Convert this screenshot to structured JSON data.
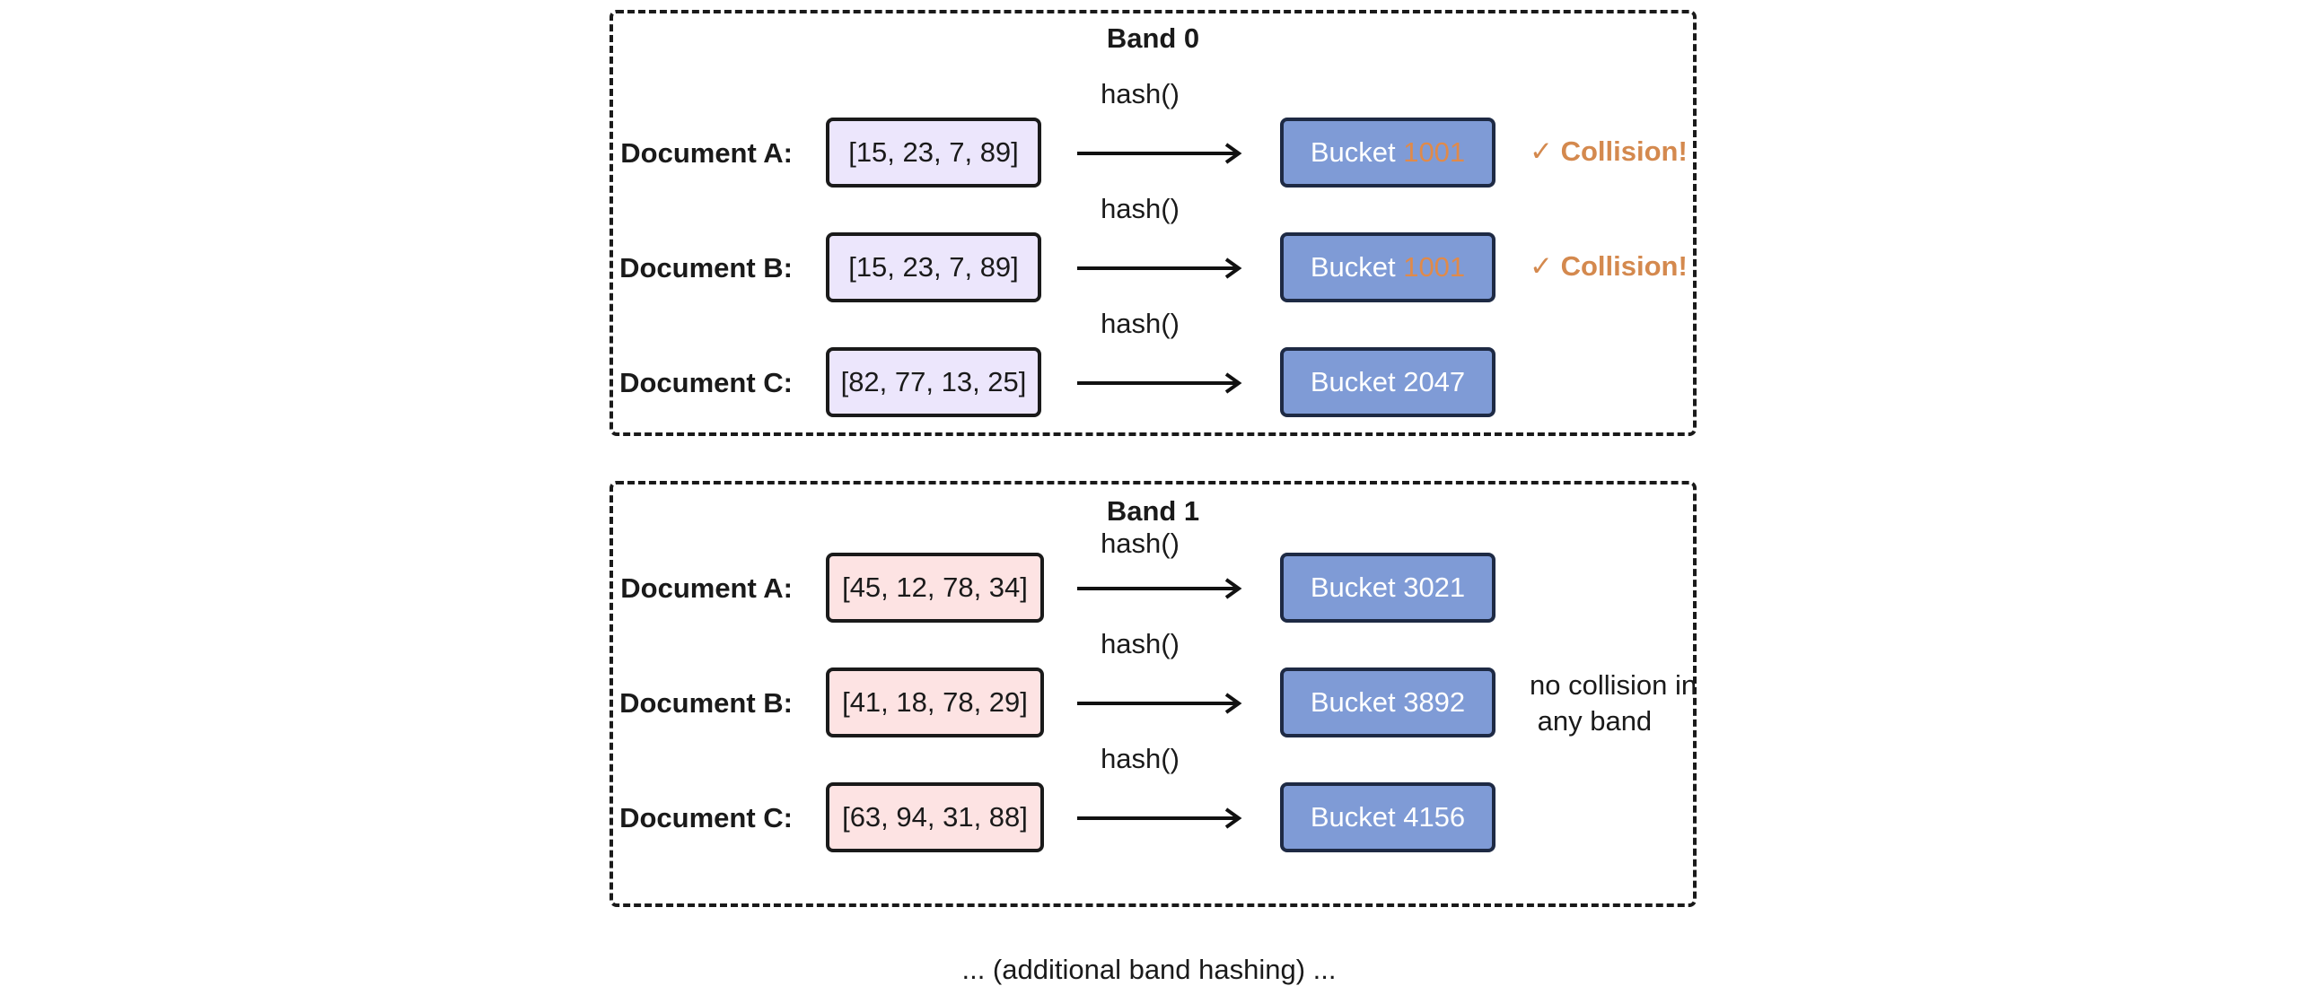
{
  "bands": [
    {
      "title": "Band 0",
      "rows": [
        {
          "doc": "Document A:",
          "signature": "[15, 23, 7, 89]",
          "hash": "hash()",
          "bucket_prefix": "Bucket ",
          "bucket_id": "1001",
          "bucket_highlight": true,
          "collision": "✓ Collision!"
        },
        {
          "doc": "Document B:",
          "signature": "[15, 23, 7, 89]",
          "hash": "hash()",
          "bucket_prefix": "Bucket ",
          "bucket_id": "1001",
          "bucket_highlight": true,
          "collision": "✓ Collision!"
        },
        {
          "doc": "Document C:",
          "signature": "[82, 77, 13, 25]",
          "hash": "hash()",
          "bucket_prefix": "Bucket ",
          "bucket_id": "2047",
          "bucket_highlight": false,
          "collision": ""
        }
      ]
    },
    {
      "title": "Band 1",
      "rows": [
        {
          "doc": "Document A:",
          "signature": "[45, 12, 78, 34]",
          "hash": "hash()",
          "bucket_prefix": "Bucket ",
          "bucket_id": "3021",
          "bucket_highlight": false,
          "collision": ""
        },
        {
          "doc": "Document B:",
          "signature": "[41, 18, 78, 29]",
          "hash": "hash()",
          "bucket_prefix": "Bucket ",
          "bucket_id": "3892",
          "bucket_highlight": false,
          "collision": ""
        },
        {
          "doc": "Document C:",
          "signature": "[63, 94, 31, 88]",
          "hash": "hash()",
          "bucket_prefix": "Bucket ",
          "bucket_id": "4156",
          "bucket_highlight": false,
          "collision": ""
        }
      ],
      "note": "no collision in\n any band"
    }
  ],
  "footer": "... (additional band hashing) ...",
  "colors": {
    "band0_signature_fill": "#ece6fc",
    "band1_signature_fill": "#fde3e3",
    "bucket_fill": "#7f9bd6",
    "collision_color": "#d4894e"
  }
}
